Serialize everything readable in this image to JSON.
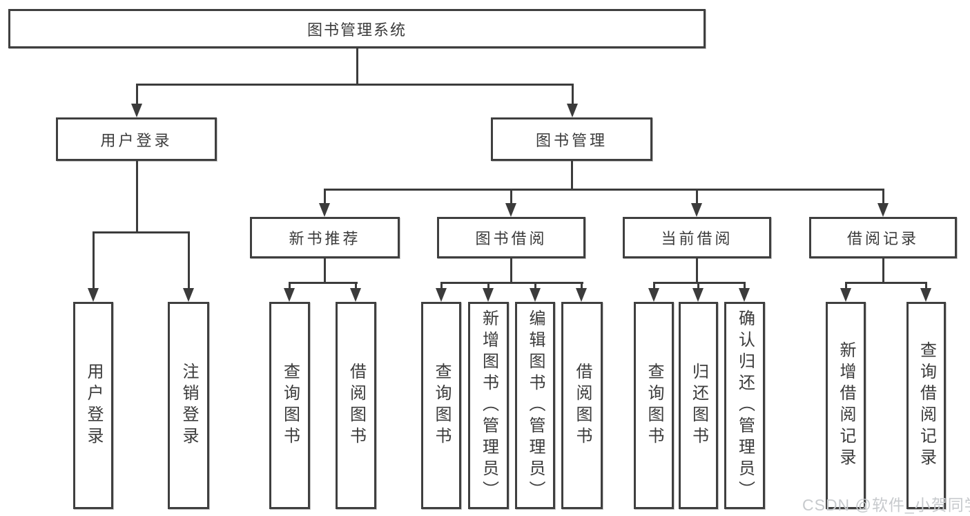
{
  "diagram": {
    "title": "图书管理系统",
    "level2": [
      {
        "id": "user-login",
        "label": "用户登录"
      },
      {
        "id": "book-management",
        "label": "图书管理"
      }
    ],
    "level3": [
      {
        "id": "new-book-recommend",
        "label": "新书推荐"
      },
      {
        "id": "book-borrow",
        "label": "图书借阅"
      },
      {
        "id": "current-borrow",
        "label": "当前借阅"
      },
      {
        "id": "borrow-records",
        "label": "借阅记录"
      }
    ],
    "leaves": [
      {
        "parent": "用户登录",
        "label": "用户登录"
      },
      {
        "parent": "用户登录",
        "label": "注销登录"
      },
      {
        "parent": "新书推荐",
        "label": "查询图书"
      },
      {
        "parent": "新书推荐",
        "label": "借阅图书"
      },
      {
        "parent": "图书借阅",
        "label": "查询图书"
      },
      {
        "parent": "图书借阅",
        "label": "新增图书（管理员）"
      },
      {
        "parent": "图书借阅",
        "label": "编辑图书（管理员）"
      },
      {
        "parent": "图书借阅",
        "label": "借阅图书"
      },
      {
        "parent": "当前借阅",
        "label": "查询图书"
      },
      {
        "parent": "当前借阅",
        "label": "归还图书"
      },
      {
        "parent": "当前借阅",
        "label": "确认归还（管理员）"
      },
      {
        "parent": "借阅记录",
        "label": "新增借阅记录"
      },
      {
        "parent": "借阅记录",
        "label": "查询借阅记录"
      }
    ]
  },
  "watermark": {
    "text": "CSDN @软件_小贺同学"
  },
  "colors": {
    "line": "#3b3b3b",
    "border": "#3f3f3f",
    "text": "#3b3b3b",
    "background": "#ffffff",
    "watermark": "#c7cacd"
  }
}
